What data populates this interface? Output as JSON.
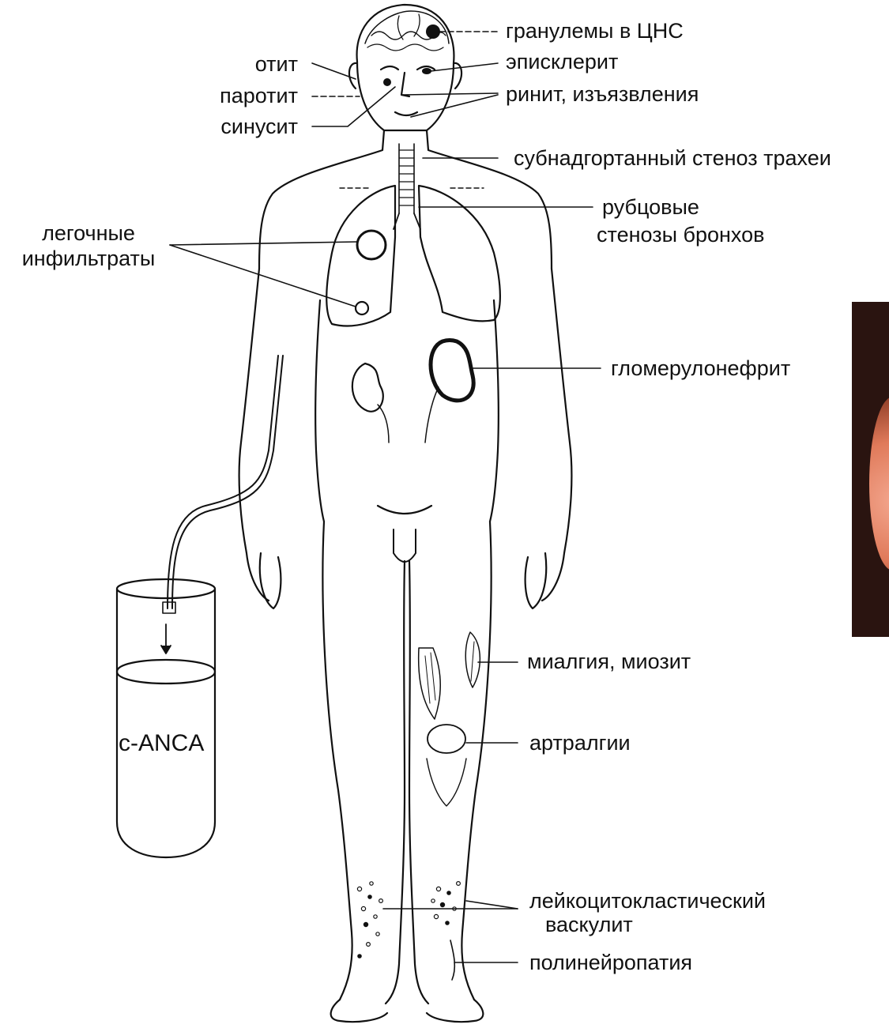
{
  "labels": {
    "cns_granulomas": "гранулемы в ЦНС",
    "episcleritis": "эписклерит",
    "rhinitis": "ринит, изъязвления",
    "otitis": "отит",
    "parotitis": "паротит",
    "sinusitis": "синусит",
    "tracheal_stenosis": "субнадгортанный стеноз трахеи",
    "bronchial_stenosis_line1": "рубцовые",
    "bronchial_stenosis_line2": "стенозы бронхов",
    "lung_infiltrates_line1": "легочные",
    "lung_infiltrates_line2": "инфильтраты",
    "glomerulonephritis": "гломерулонефрит",
    "myalgia": "миалгия, миозит",
    "arthralgia": "артралгии",
    "vasculitis_line1": "лейкоцитокластический",
    "vasculitis_line2": "васкулит",
    "polyneuropathy": "полинейропатия"
  },
  "test_tube": {
    "label": "c-ANCA"
  },
  "colors": {
    "ink": "#111111",
    "background": "#ffffff",
    "photo_dark": "#2a1410",
    "photo_skin": "#e07a5a"
  }
}
